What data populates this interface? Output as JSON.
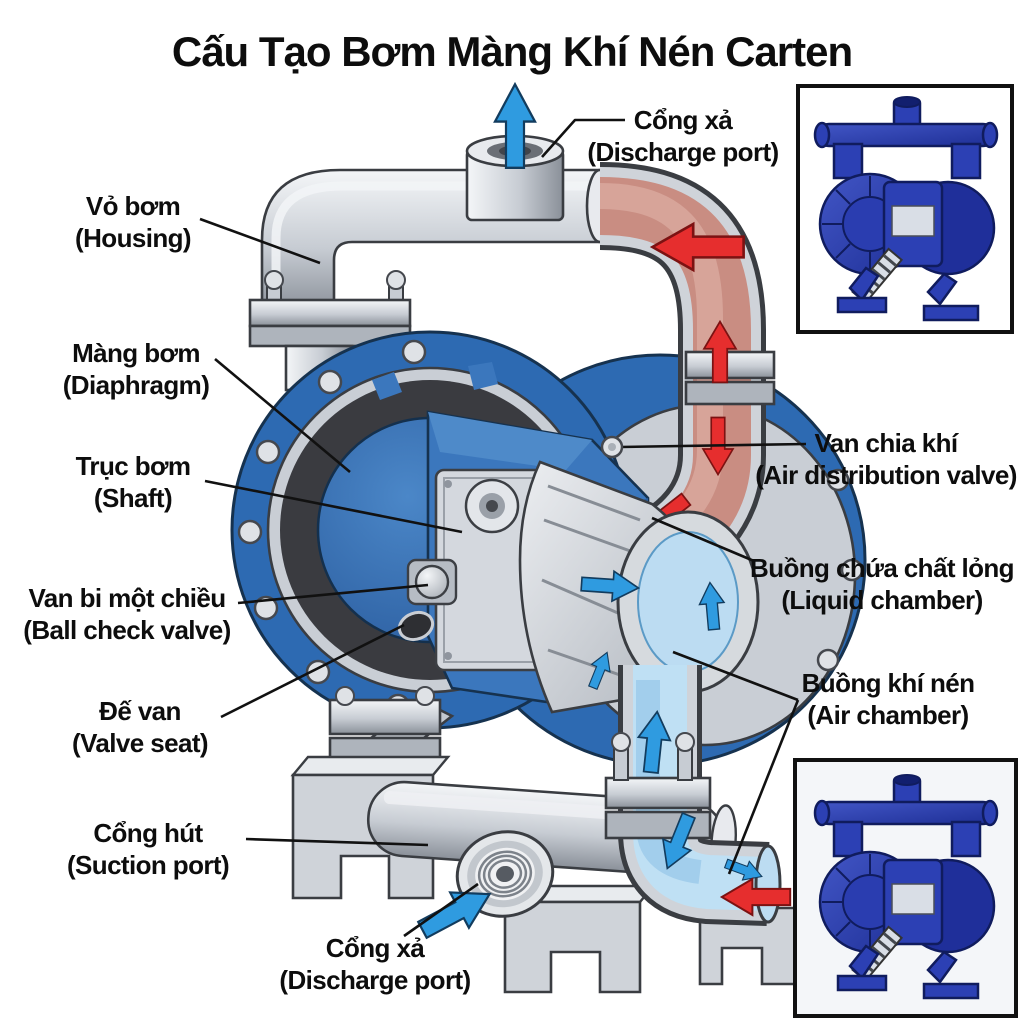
{
  "title": "Cấu Tạo Bơm Màng Khí Nén Carten",
  "labels": {
    "discharge_top": {
      "vi": "Cổng xả",
      "en": "(Discharge port)"
    },
    "housing": {
      "vi": "Vỏ bơm",
      "en": "(Housing)"
    },
    "diaphragm": {
      "vi": "Màng bơm",
      "en": "(Diaphragm)"
    },
    "shaft": {
      "vi": "Trục bơm",
      "en": "(Shaft)"
    },
    "ball_check_valve": {
      "vi": "Van bi một chiều",
      "en": "(Ball check valve)"
    },
    "valve_seat": {
      "vi": "Đế van",
      "en": "(Valve seat)"
    },
    "suction_port": {
      "vi": "Cổng hút",
      "en": "(Suction port)"
    },
    "discharge_bottom": {
      "vi": "Cổng xả",
      "en": "(Discharge port)"
    },
    "air_distribution_valve": {
      "vi": "Van chia khí",
      "en": "(Air distribution valve)"
    },
    "liquid_chamber": {
      "vi": "Buồng chứa chất lỏng",
      "en": "(Liquid chamber)"
    },
    "air_chamber": {
      "vi": "Buồng khí nén",
      "en": "(Air chamber)"
    }
  },
  "diagram": {
    "type": "cutaway-diagram",
    "subject": "air-operated-double-diaphragm-pump",
    "air_flow_arrow_color": "#e62e2e",
    "liquid_flow_arrow_color": "#2f9be0",
    "pump_blue": "#2d6ab2",
    "metal_silver": "#c9ced5",
    "diaphragm_dark": "#3a3b40",
    "liquid_light_blue": "#bfe0f4",
    "inset_pump_blue": "#2c40b4",
    "label_text_color": "#0d0d0d",
    "background": "#ffffff"
  },
  "insets": {
    "top_right": {
      "icon": "blue-diaphragm-pump-photo"
    },
    "bottom_right": {
      "icon": "blue-diaphragm-pump-render"
    }
  }
}
